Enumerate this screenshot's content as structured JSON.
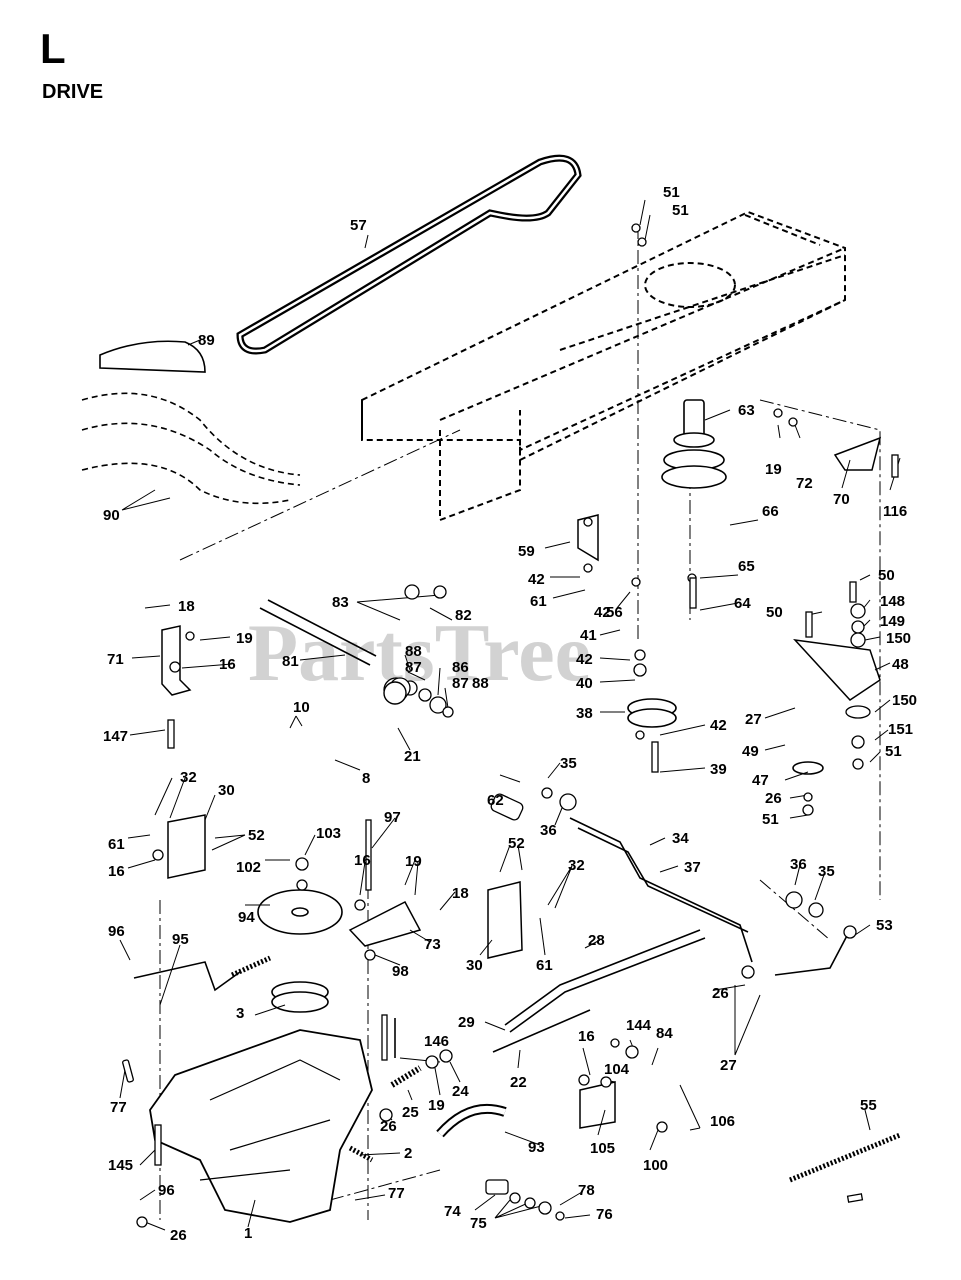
{
  "header": {
    "section": "L",
    "title": "DRIVE"
  },
  "watermark": "PartsTree",
  "callouts": [
    "57",
    "89",
    "90",
    "51",
    "51",
    "63",
    "19",
    "72",
    "70",
    "116",
    "66",
    "59",
    "42",
    "61",
    "65",
    "56",
    "64",
    "42",
    "41",
    "42",
    "40",
    "38",
    "42",
    "39",
    "83",
    "82",
    "88",
    "87",
    "86",
    "87",
    "88",
    "81",
    "18",
    "19",
    "71",
    "16",
    "147",
    "10",
    "21",
    "8",
    "50",
    "148",
    "149",
    "150",
    "50",
    "48",
    "27",
    "150",
    "151",
    "49",
    "51",
    "47",
    "26",
    "51",
    "62",
    "35",
    "36",
    "34",
    "37",
    "32",
    "30",
    "52",
    "61",
    "16",
    "103",
    "102",
    "97",
    "94",
    "16",
    "19",
    "18",
    "73",
    "98",
    "52",
    "32",
    "30",
    "61",
    "36",
    "35",
    "53",
    "96",
    "95",
    "3",
    "28",
    "26",
    "27",
    "29",
    "22",
    "146",
    "77",
    "145",
    "25",
    "19",
    "24",
    "26",
    "2",
    "16",
    "144",
    "84",
    "104",
    "106",
    "105",
    "100",
    "93",
    "55",
    "96",
    "26",
    "1",
    "77",
    "74",
    "75",
    "78",
    "76"
  ]
}
